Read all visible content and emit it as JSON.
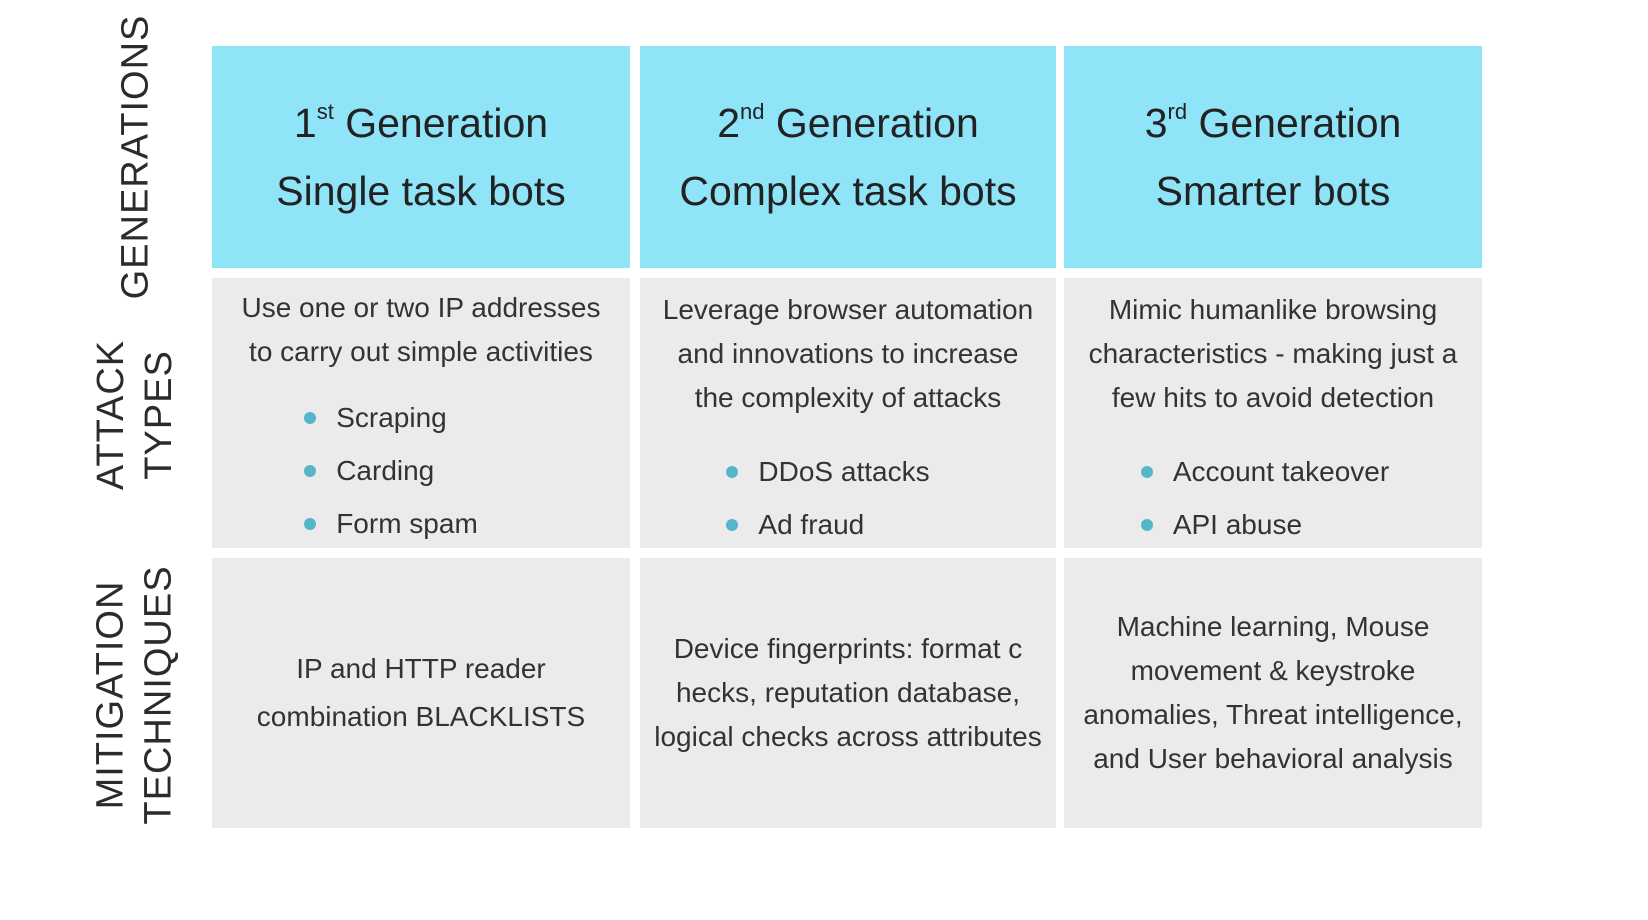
{
  "row_labels": {
    "generations": [
      "GENERATIONS"
    ],
    "attack_types": [
      "ATTACK",
      "TYPES"
    ],
    "mitigation": [
      "MITIGATION",
      "TECHNIQUES"
    ]
  },
  "columns": [
    {
      "generation_number": "1",
      "generation_suffix": "st",
      "generation_word": " Generation",
      "subtitle": "Single task bots",
      "attack_description": [
        "Use one or two IP addresses",
        "to carry out simple activities"
      ],
      "attack_bullets": [
        "Scraping",
        "Carding",
        "Form spam"
      ],
      "mitigation_lines": [
        "IP and HTTP reader",
        "combination BLACKLISTS"
      ]
    },
    {
      "generation_number": "2",
      "generation_suffix": "nd",
      "generation_word": " Generation",
      "subtitle": "Complex task bots",
      "attack_description": [
        "Leverage browser automation",
        "and innovations to increase",
        "the complexity of attacks"
      ],
      "attack_bullets": [
        "DDoS attacks",
        "Ad fraud"
      ],
      "mitigation_lines": [
        "Device fingerprints: format c",
        "hecks, reputation database,",
        "logical checks across attributes"
      ]
    },
    {
      "generation_number": "3",
      "generation_suffix": "rd",
      "generation_word": " Generation",
      "subtitle": "Smarter bots",
      "attack_description": [
        "Mimic humanlike browsing",
        "characteristics - making just a",
        "few hits to avoid detection"
      ],
      "attack_bullets": [
        "Account takeover",
        "API abuse"
      ],
      "mitigation_lines": [
        "Machine learning, Mouse",
        "movement & keystroke",
        "anomalies, Threat intelligence,",
        "and User behavioral analysis"
      ]
    }
  ],
  "colors": {
    "header_bg": "#8fe4f8",
    "body_bg": "#ebebeb",
    "bullet": "#55b6c9"
  }
}
